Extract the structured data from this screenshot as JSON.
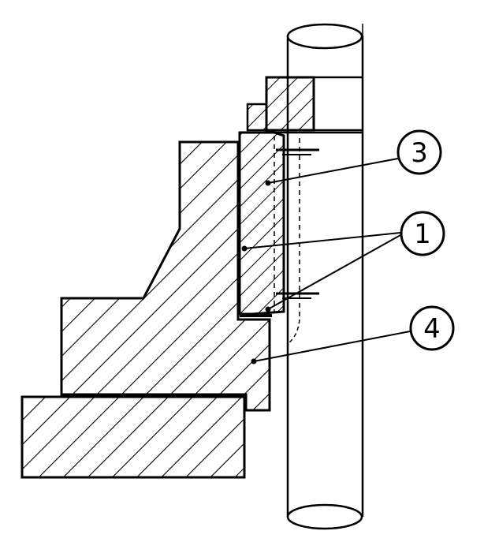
{
  "callouts": {
    "c3": {
      "label": "3"
    },
    "c1": {
      "label": "1"
    },
    "c4": {
      "label": "4"
    }
  },
  "colors": {
    "ink": "#000000",
    "paper": "#ffffff"
  }
}
